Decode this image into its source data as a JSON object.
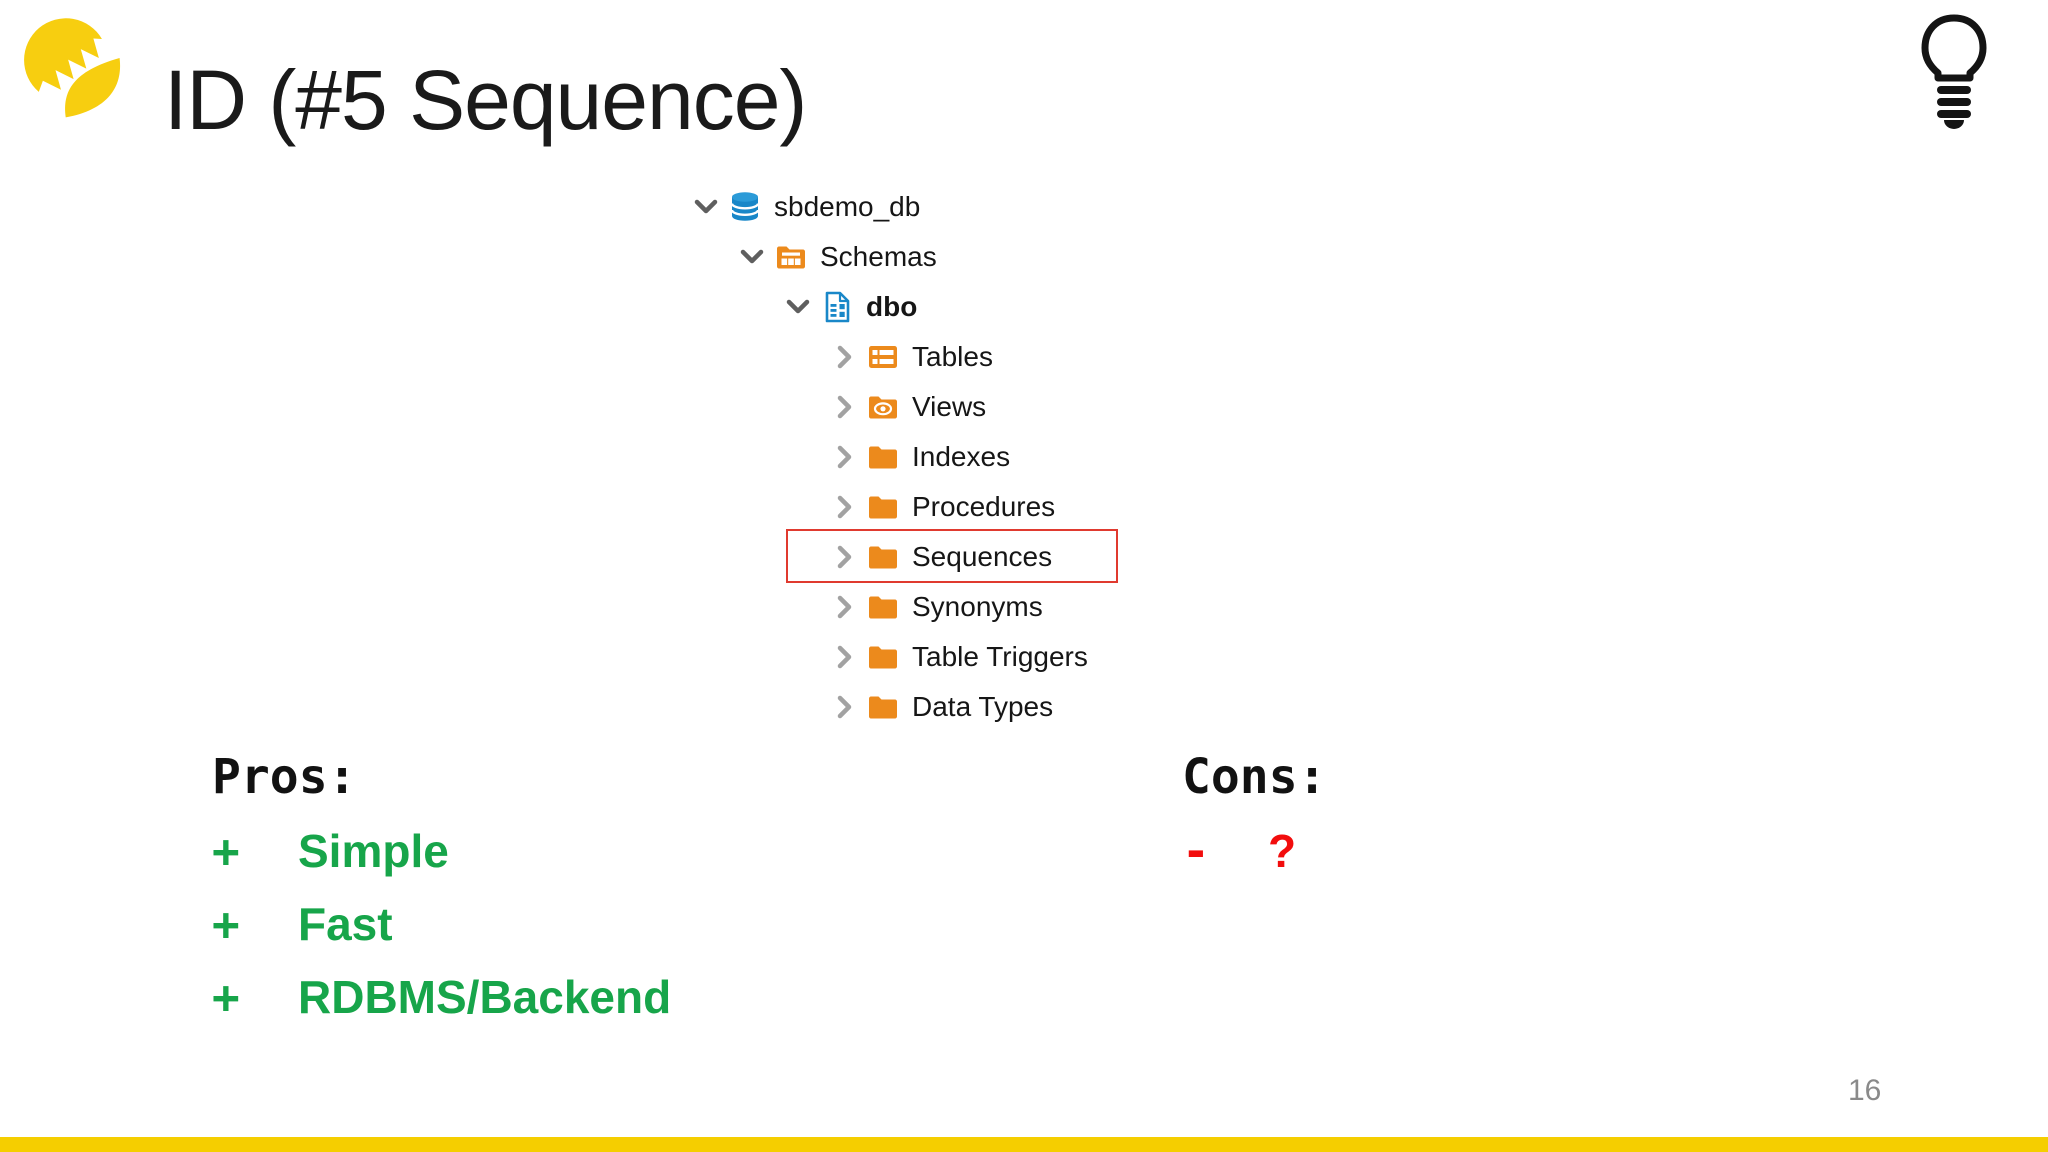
{
  "slide": {
    "title": "ID (#5 Sequence)",
    "page_number": "16"
  },
  "colors": {
    "accent_yellow": "#F5CE00",
    "logo_yellow": "#F7CE10",
    "green": "#17A54A",
    "red": "#F20D0D",
    "highlight_red": "#E03A2F",
    "folder_orange": "#EC8A1C",
    "db_blue": "#1987C8"
  },
  "tree": {
    "items": [
      {
        "label": "sbdemo_db",
        "icon": "database-icon",
        "chevron": "down",
        "level": 0,
        "bold": false,
        "highlighted": false
      },
      {
        "label": "Schemas",
        "icon": "schema-folder-icon",
        "chevron": "down",
        "level": 1,
        "bold": false,
        "highlighted": false
      },
      {
        "label": "dbo",
        "icon": "schema-doc-icon",
        "chevron": "down",
        "level": 2,
        "bold": true,
        "highlighted": false
      },
      {
        "label": "Tables",
        "icon": "table-icon",
        "chevron": "right",
        "level": 3,
        "bold": false,
        "highlighted": false
      },
      {
        "label": "Views",
        "icon": "views-folder-icon",
        "chevron": "right",
        "level": 3,
        "bold": false,
        "highlighted": false
      },
      {
        "label": "Indexes",
        "icon": "folder-icon",
        "chevron": "right",
        "level": 3,
        "bold": false,
        "highlighted": false
      },
      {
        "label": "Procedures",
        "icon": "folder-icon",
        "chevron": "right",
        "level": 3,
        "bold": false,
        "highlighted": false
      },
      {
        "label": "Sequences",
        "icon": "folder-icon",
        "chevron": "right",
        "level": 3,
        "bold": false,
        "highlighted": true
      },
      {
        "label": "Synonyms",
        "icon": "folder-icon",
        "chevron": "right",
        "level": 3,
        "bold": false,
        "highlighted": false
      },
      {
        "label": "Table Triggers",
        "icon": "folder-icon",
        "chevron": "right",
        "level": 3,
        "bold": false,
        "highlighted": false
      },
      {
        "label": "Data Types",
        "icon": "folder-icon",
        "chevron": "right",
        "level": 3,
        "bold": false,
        "highlighted": false
      }
    ]
  },
  "pros": {
    "heading": "Pros:",
    "items": [
      {
        "sign": "+",
        "text": "Simple"
      },
      {
        "sign": "+",
        "text": "Fast"
      },
      {
        "sign": "+",
        "text": "RDBMS/Backend"
      }
    ]
  },
  "cons": {
    "heading": "Cons:",
    "items": [
      {
        "sign": "-",
        "text": "?"
      }
    ]
  }
}
